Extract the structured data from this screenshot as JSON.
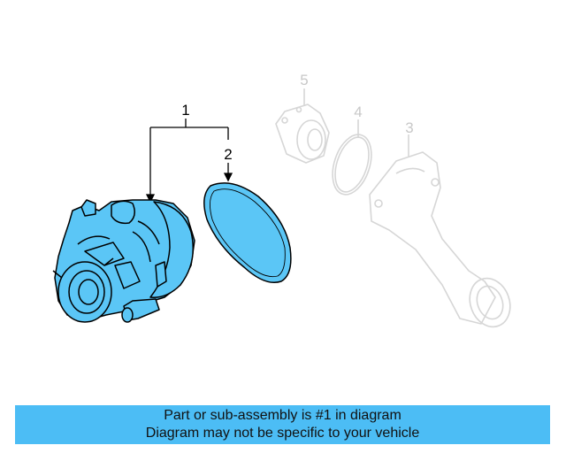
{
  "callouts": {
    "part_1": "1",
    "part_2": "2",
    "part_3": "3",
    "part_4": "4",
    "part_5": "5"
  },
  "banner": {
    "line1": "Part or sub-assembly is #1 in diagram",
    "line2": "Diagram may not be specific to your vehicle"
  },
  "colors": {
    "highlight_fill": "#5bc6f6",
    "outline": "#000000",
    "ghost": "#d6d6d6",
    "banner_bg": "#4cbdf5"
  }
}
